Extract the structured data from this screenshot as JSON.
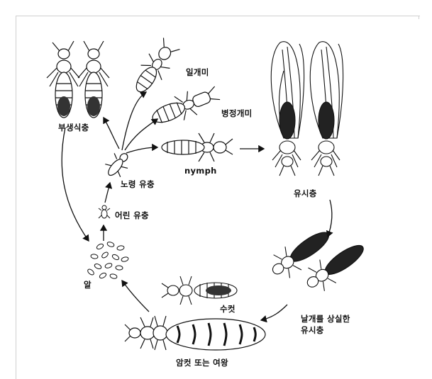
{
  "labels": {
    "worker": "일개미",
    "soldier": "병정개미",
    "nymph": "nymph",
    "alate": "유시층",
    "secondary_reproductive": "부생식충",
    "older_larva": "노령 유충",
    "young_larva": "어린 유충",
    "egg": "알",
    "male": "수컷",
    "dealate": "날개를 상실한\n유시충",
    "queen": "암컷 또는 여왕"
  },
  "colors": {
    "ink": "#111111",
    "frame": "#cfcfcf"
  }
}
